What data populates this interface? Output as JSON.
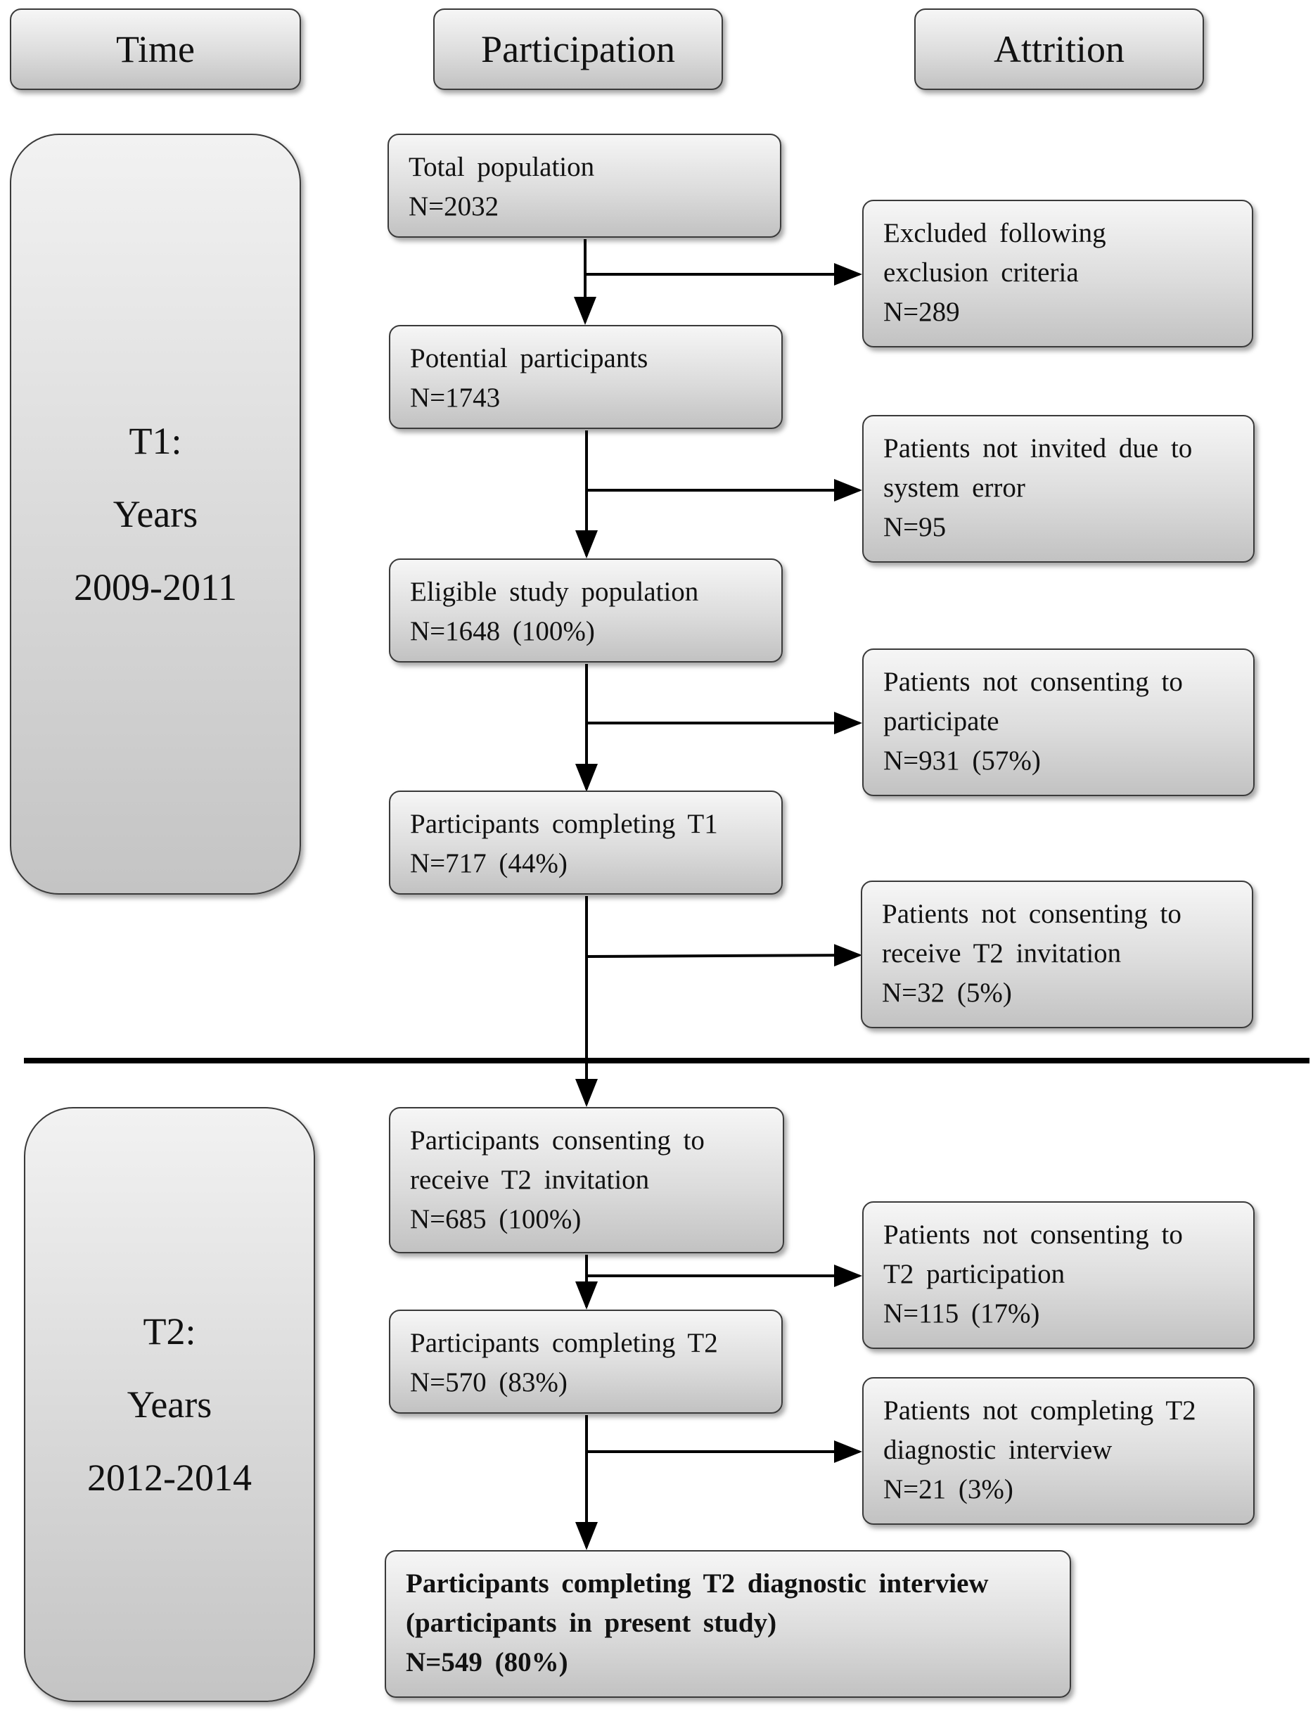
{
  "headers": {
    "time": "Time",
    "participation": "Participation",
    "attrition": "Attrition"
  },
  "periods": [
    {
      "label": "T1:",
      "sub": "Years",
      "range": "2009-2011"
    },
    {
      "label": "T2:",
      "sub": "Years",
      "range": "2012-2014"
    }
  ],
  "participation": [
    {
      "line1": "Total population",
      "line2": "N=2032"
    },
    {
      "line1": "Potential  participants",
      "line2": "N=1743"
    },
    {
      "line1": "Eligible  study  population",
      "line2": "N=1648 (100%)"
    },
    {
      "line1": "Participants  completing  T1",
      "line2": "N=717 (44%)"
    },
    {
      "line1": "Participants  consenting  to",
      "line2": "receive  T2 invitation",
      "line3": "N=685 (100%)"
    },
    {
      "line1": "Participants  completing  T2",
      "line2": "N=570 (83%)"
    },
    {
      "line1": "Participants  completing  T2 diagnostic  interview",
      "line2": "(participants  in  present study)",
      "line3": "N=549 (80%)"
    }
  ],
  "attrition": [
    {
      "line1": "Excluded  following",
      "line2": "exclusion  criteria",
      "line3": "N=289"
    },
    {
      "line1": "Patients  not invited  due to",
      "line2": "system  error",
      "line3": "N=95"
    },
    {
      "line1": "Patients  not consenting  to",
      "line2": "participate",
      "line3": "N=931 (57%)"
    },
    {
      "line1": "Patients  not consenting  to",
      "line2": "receive  T2 invitation",
      "line3": "N=32 (5%)"
    },
    {
      "line1": "Patients  not consenting  to",
      "line2": "T2 participation",
      "line3": "N=115 (17%)"
    },
    {
      "line1": "Patients  not completing  T2",
      "line2": "diagnostic  interview",
      "line3": "N=21 (3%)"
    }
  ]
}
